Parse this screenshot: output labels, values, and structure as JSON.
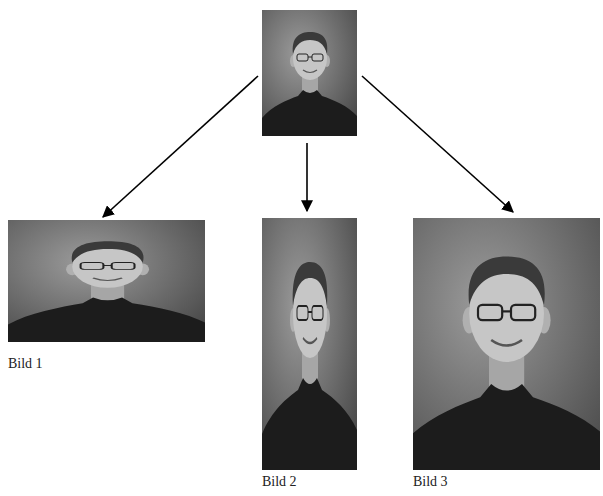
{
  "diagram": {
    "labels": [
      "Bild 1",
      "Bild 2",
      "Bild 3"
    ]
  }
}
